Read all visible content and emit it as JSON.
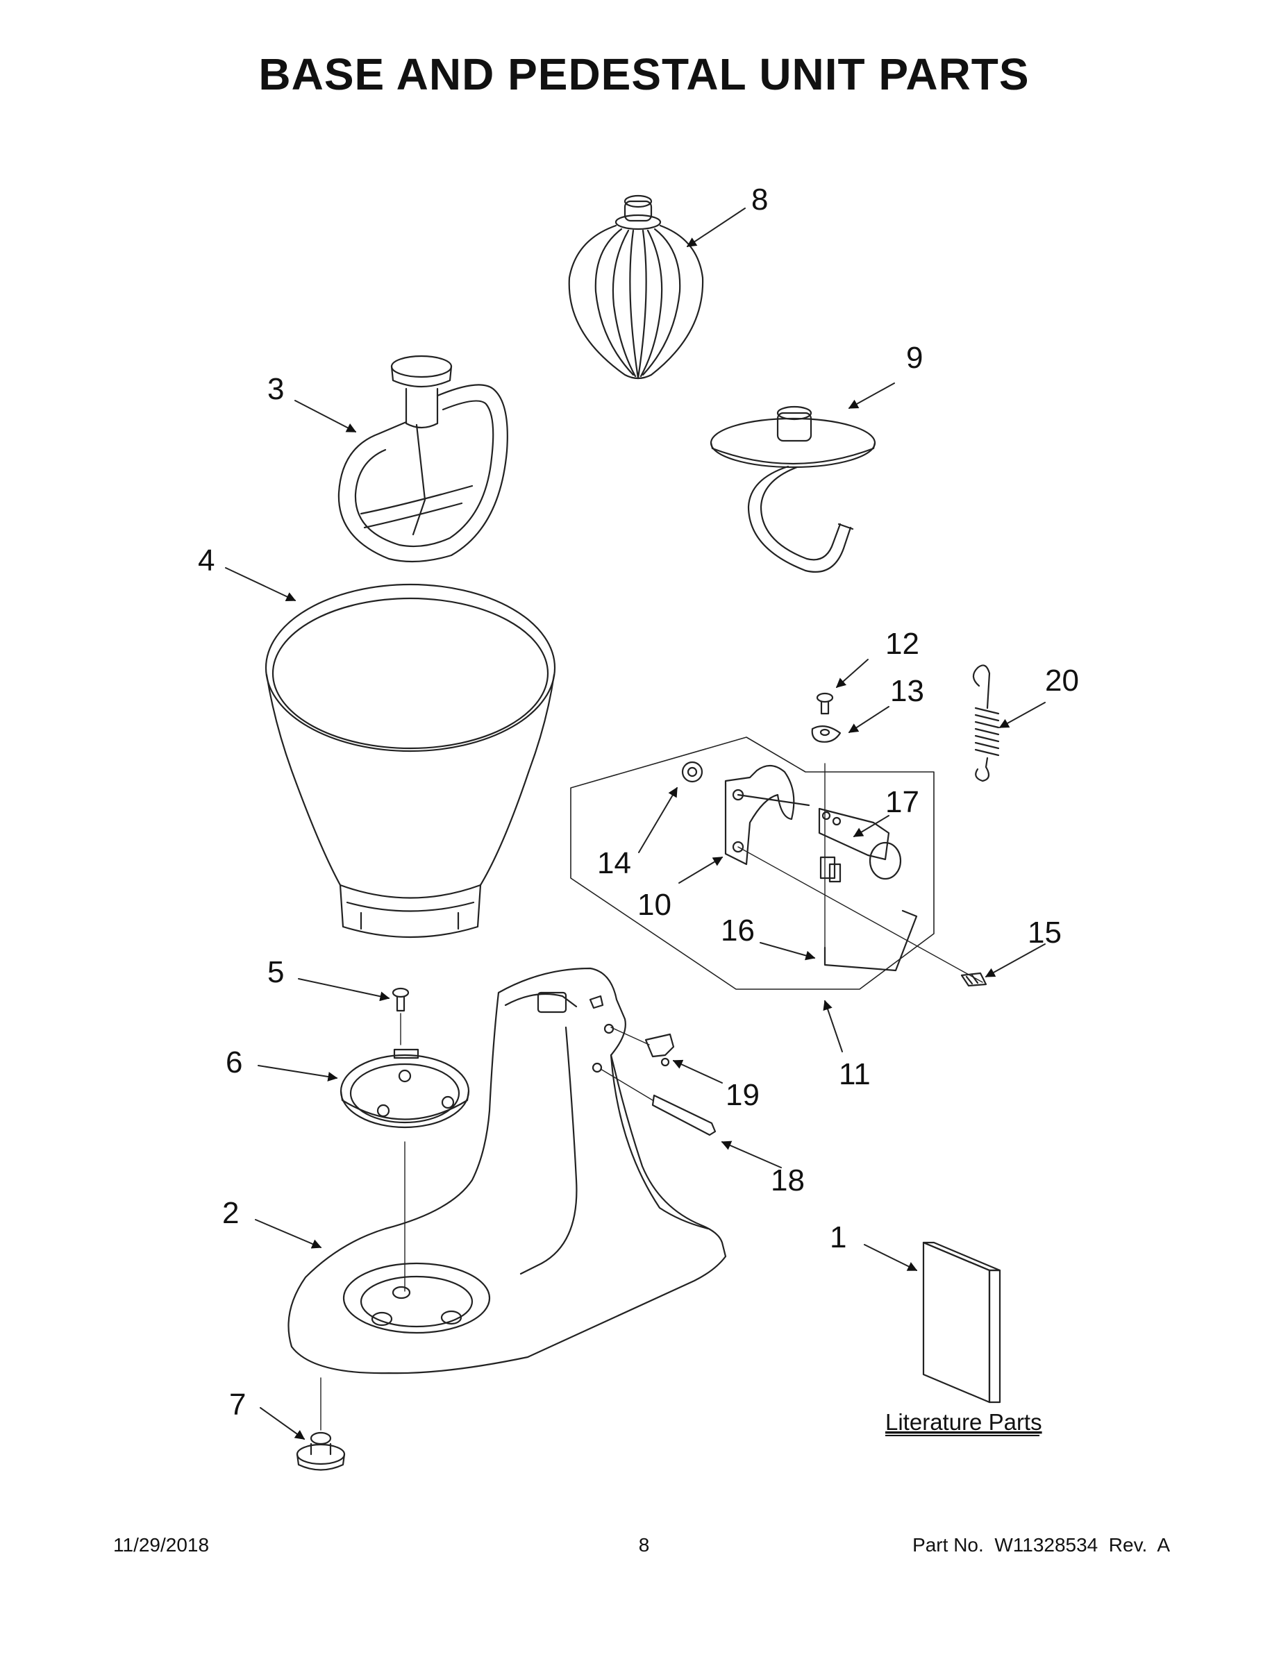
{
  "page": {
    "title": "BASE AND PEDESTAL UNIT PARTS",
    "footer": {
      "date": "11/29/2018",
      "page_number": "8",
      "part_no": "Part No.  W11328534  Rev.  A"
    }
  },
  "callouts": [
    {
      "id": "1",
      "text": "1"
    },
    {
      "id": "2",
      "text": "2"
    },
    {
      "id": "3",
      "text": "3"
    },
    {
      "id": "4",
      "text": "4"
    },
    {
      "id": "5",
      "text": "5"
    },
    {
      "id": "6",
      "text": "6"
    },
    {
      "id": "7",
      "text": "7"
    },
    {
      "id": "8",
      "text": "8"
    },
    {
      "id": "9",
      "text": "9"
    },
    {
      "id": "10",
      "text": "10"
    },
    {
      "id": "11",
      "text": "11"
    },
    {
      "id": "12",
      "text": "12"
    },
    {
      "id": "13",
      "text": "13"
    },
    {
      "id": "14",
      "text": "14"
    },
    {
      "id": "15",
      "text": "15"
    },
    {
      "id": "16",
      "text": "16"
    },
    {
      "id": "17",
      "text": "17"
    },
    {
      "id": "18",
      "text": "18"
    },
    {
      "id": "19",
      "text": "19"
    },
    {
      "id": "20",
      "text": "20"
    }
  ],
  "literature_label": "Literature Parts"
}
